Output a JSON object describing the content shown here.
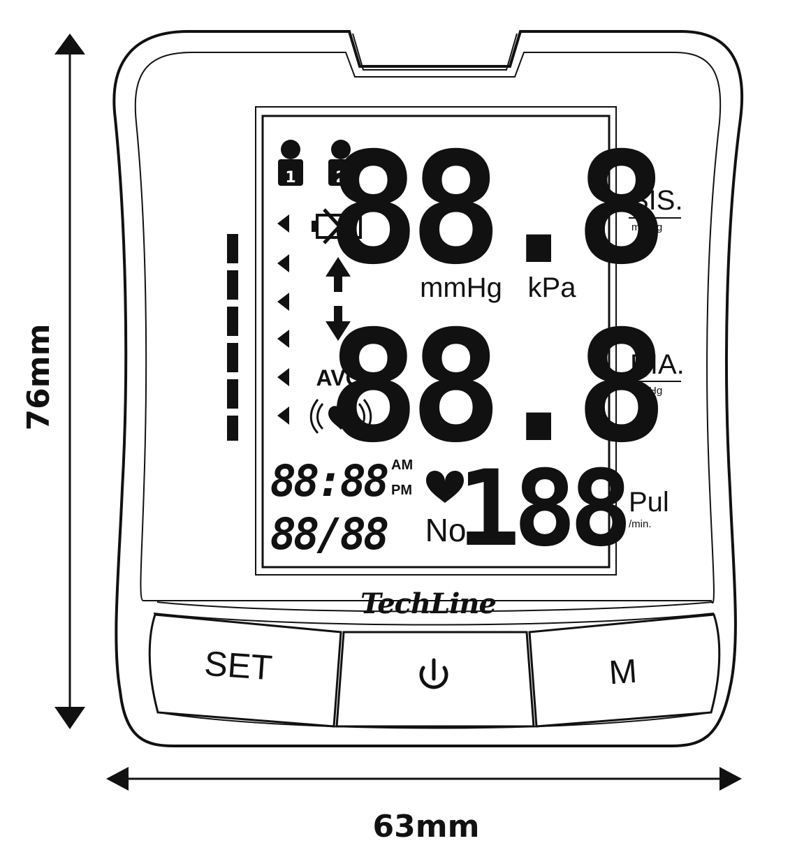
{
  "dimensions": {
    "height": "76mm",
    "width": "63mm"
  },
  "display": {
    "user_1": "1",
    "user_2": "2",
    "systolic_digits": "88.8",
    "diastolic_digits": "88.8",
    "pulse_digits": "188",
    "units_mmhg": "mmHg",
    "units_kpa": "kPa",
    "avg_label": "AVG",
    "time_digits": "88:88",
    "am_label": "AM",
    "pm_label": "PM",
    "date_digits": "88/88",
    "memory_no_label": "No"
  },
  "side_labels": {
    "sis": "SIS.",
    "sis_unit": "mmHg",
    "dia": "DIA.",
    "dia_unit": "mmHg",
    "pul": "Pul",
    "pul_unit": "/min."
  },
  "brand": "TechLine",
  "buttons": {
    "set": "SET",
    "power_icon": "power-icon",
    "memory": "M"
  },
  "icons": [
    "user-1-icon",
    "user-2-icon",
    "battery-low-icon",
    "inflate-arrow-icon",
    "deflate-arrow-icon",
    "heartbeat-icon",
    "heart-icon",
    "triangle-marker-icon"
  ]
}
